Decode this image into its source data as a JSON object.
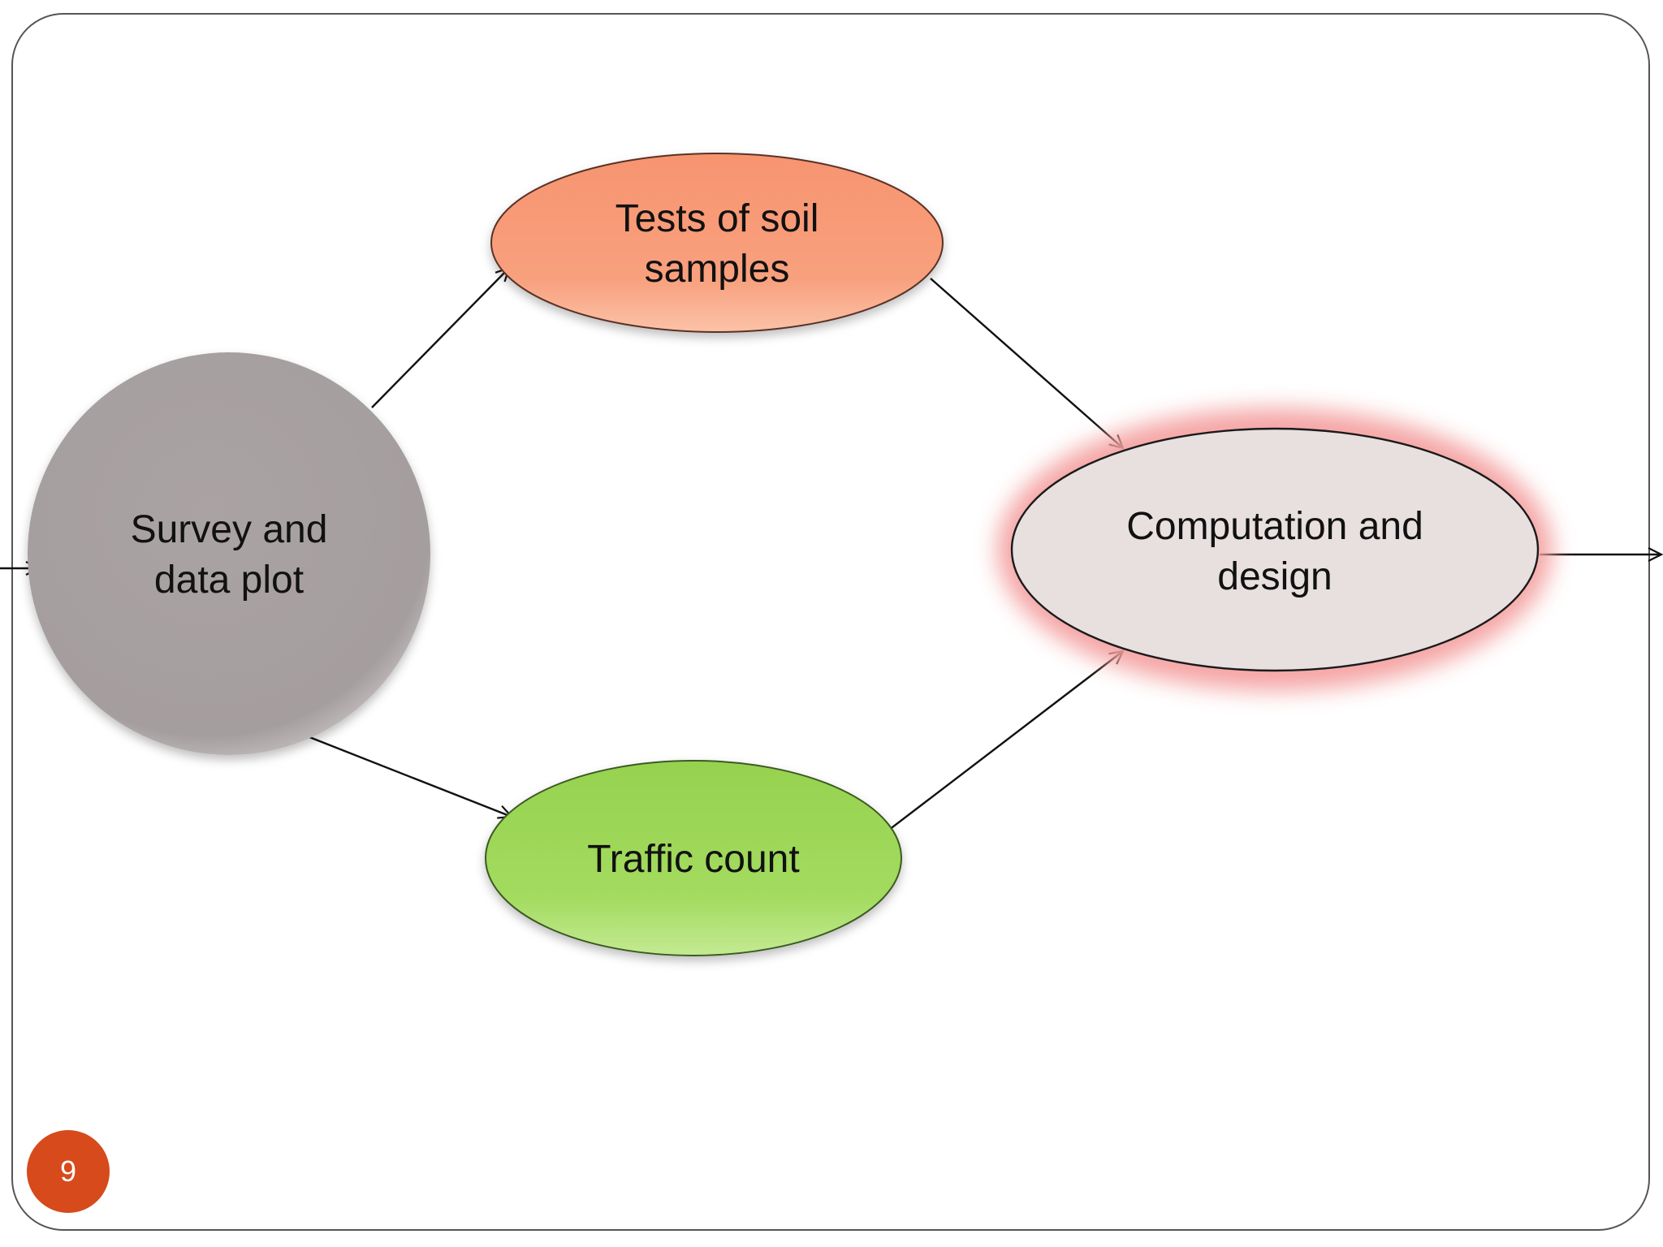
{
  "diagram": {
    "nodes": {
      "survey": {
        "label": "Survey and\ndata plot",
        "fill": "#a9a3a3"
      },
      "soil": {
        "label": "Tests of soil\nsamples",
        "fill": "#f79a74"
      },
      "traffic": {
        "label": "Traffic count",
        "fill": "#9ed75c"
      },
      "design": {
        "label": "Computation and\ndesign",
        "fill": "#e8dfdf",
        "glow": "#f4a0a0"
      }
    },
    "edges": [
      {
        "from": "input",
        "to": "survey"
      },
      {
        "from": "survey",
        "to": "soil"
      },
      {
        "from": "survey",
        "to": "traffic"
      },
      {
        "from": "soil",
        "to": "design"
      },
      {
        "from": "traffic",
        "to": "design"
      },
      {
        "from": "design",
        "to": "output"
      }
    ]
  },
  "slide_number": {
    "value": "9",
    "color": "#d64a1c"
  }
}
